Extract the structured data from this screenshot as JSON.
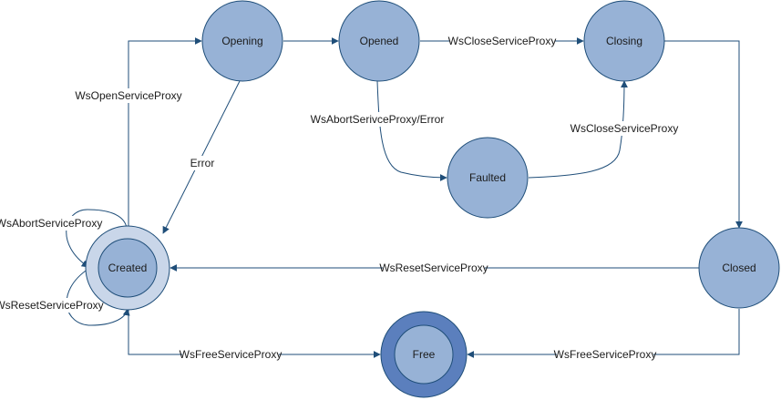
{
  "colors": {
    "state_fill": "#97b2d6",
    "state_stroke": "#1f4e79",
    "initial_outer_fill": "#c9d6e9",
    "final_outer_fill": "#5b7fbd",
    "edge": "#1f4e79"
  },
  "states": {
    "opening": "Opening",
    "opened": "Opened",
    "closing": "Closing",
    "faulted": "Faulted",
    "created": "Created",
    "closed": "Closed",
    "free": "Free"
  },
  "transitions": {
    "open": "WsOpenServiceProxy",
    "close_from_opened": "WsCloseServiceProxy",
    "abort_or_error": "WsAbortSerivceProxy/Error",
    "close_from_faulted": "WsCloseServiceProxy",
    "error": "Error",
    "abort_self": "WsAbortServiceProxy",
    "reset_self": "WsResetServiceProxy",
    "reset_from_closed": "WsResetServiceProxy",
    "free_from_created": "WsFreeServiceProxy",
    "free_from_closed": "WsFreeServiceProxy"
  }
}
